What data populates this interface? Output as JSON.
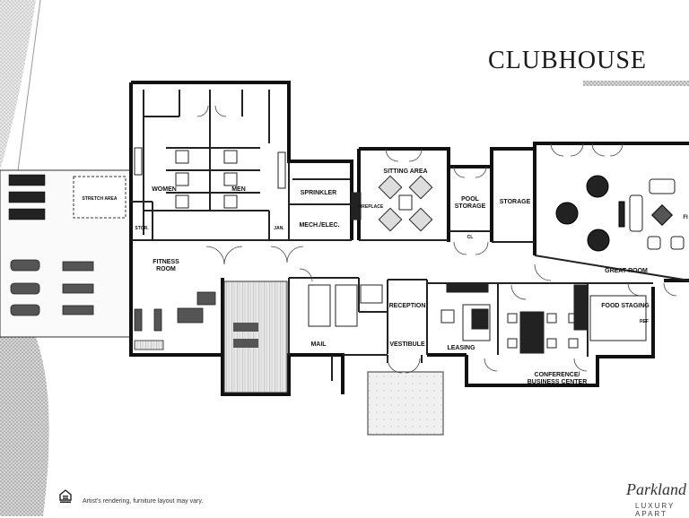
{
  "title": "CLUBHOUSE",
  "disclaimer": "Artist's rendering, furniture layout may vary.",
  "brand": {
    "name": "Parkland",
    "subtitle": "LUXURY APART"
  },
  "rooms": {
    "stretch": "STRETCH AREA",
    "stor": "STOR.",
    "women": "WOMEN",
    "men": "MEN",
    "sprinkler": "SPRINKLER",
    "jan": "JAN.",
    "mech": "MECH./ELEC.",
    "fireplace": "FIREPLACE",
    "sitting": "SITTING AREA",
    "pool_storage_1": "POOL",
    "pool_storage_2": "STORAGE",
    "cl": "CL",
    "storage": "STORAGE",
    "fitness_1": "FITNESS",
    "fitness_2": "ROOM",
    "great_room": "GREAT ROOM",
    "reception": "RECEPTION",
    "vestibule": "VESTIBULE",
    "mail": "MAIL",
    "leasing": "LEASING",
    "conference_1": "CONFERENCE/",
    "conference_2": "BUSINESS CENTER",
    "food_staging": "FOOD STAGING",
    "ref": "REF",
    "fi": "FI"
  }
}
